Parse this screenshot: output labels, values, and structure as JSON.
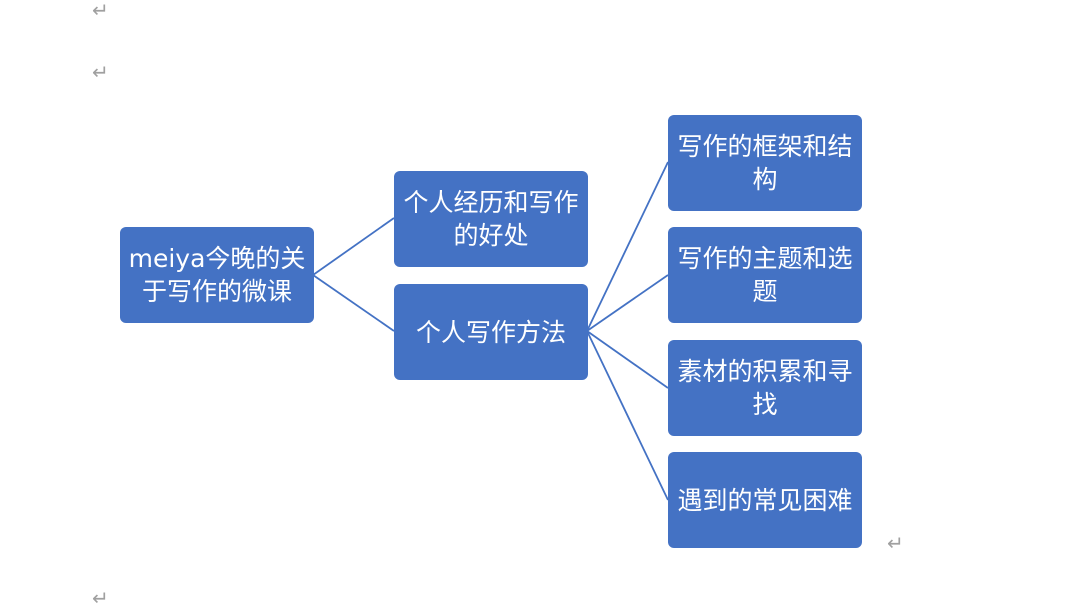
{
  "colors": {
    "node_fill": "#4472c4",
    "connector": "#4472c4",
    "para_mark": "#a0a0a0"
  },
  "para_mark": "↵",
  "diagram": {
    "root": {
      "label": "meiya今晚的关于写作的微课"
    },
    "level1": [
      {
        "label": "个人经历和写作的好处"
      },
      {
        "label": "个人写作方法"
      }
    ],
    "level2": [
      {
        "label": "写作的框架和结构"
      },
      {
        "label": "写作的主题和选题"
      },
      {
        "label": "素材的积累和寻找"
      },
      {
        "label": "遇到的常见困难"
      }
    ]
  }
}
